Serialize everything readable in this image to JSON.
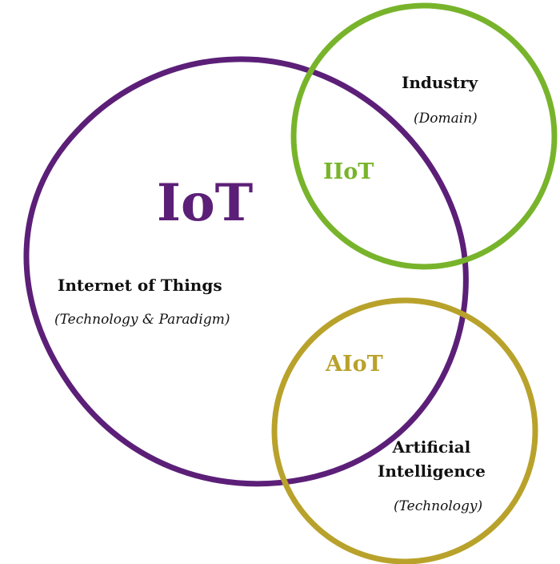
{
  "colors": {
    "iot": "#5c1f78",
    "industry": "#78b42b",
    "ai": "#b9a22b",
    "text": "#111111",
    "background": "#ffffff"
  },
  "iot": {
    "abbr": "IoT",
    "name": "Internet of Things",
    "desc": "(Technology & Paradigm)"
  },
  "industry": {
    "name": "Industry",
    "desc": "(Domain)"
  },
  "ai": {
    "name_line1": "Artificial",
    "name_line2": "Intelligence",
    "desc": "(Technology)"
  },
  "overlaps": {
    "iiot": "IIoT",
    "aiot": "AIoT"
  }
}
